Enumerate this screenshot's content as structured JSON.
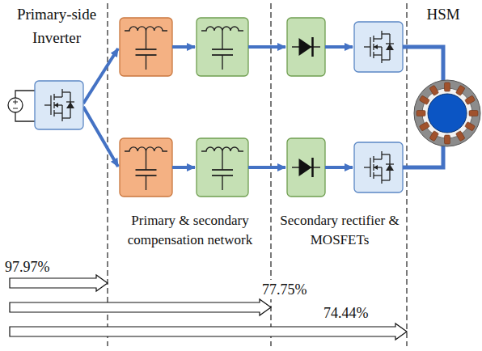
{
  "diagram": {
    "nodes": [
      {
        "text": [
          "Primary-side Inverter"
        ]
      },
      {
        "text": [
          "HSM"
        ]
      }
    ],
    "labels": [
      "Primary & secondary compensation network",
      "Secondary rectifier & MOSFETs",
      "97.97%",
      "77.75%",
      "74.44%"
    ]
  }
}
